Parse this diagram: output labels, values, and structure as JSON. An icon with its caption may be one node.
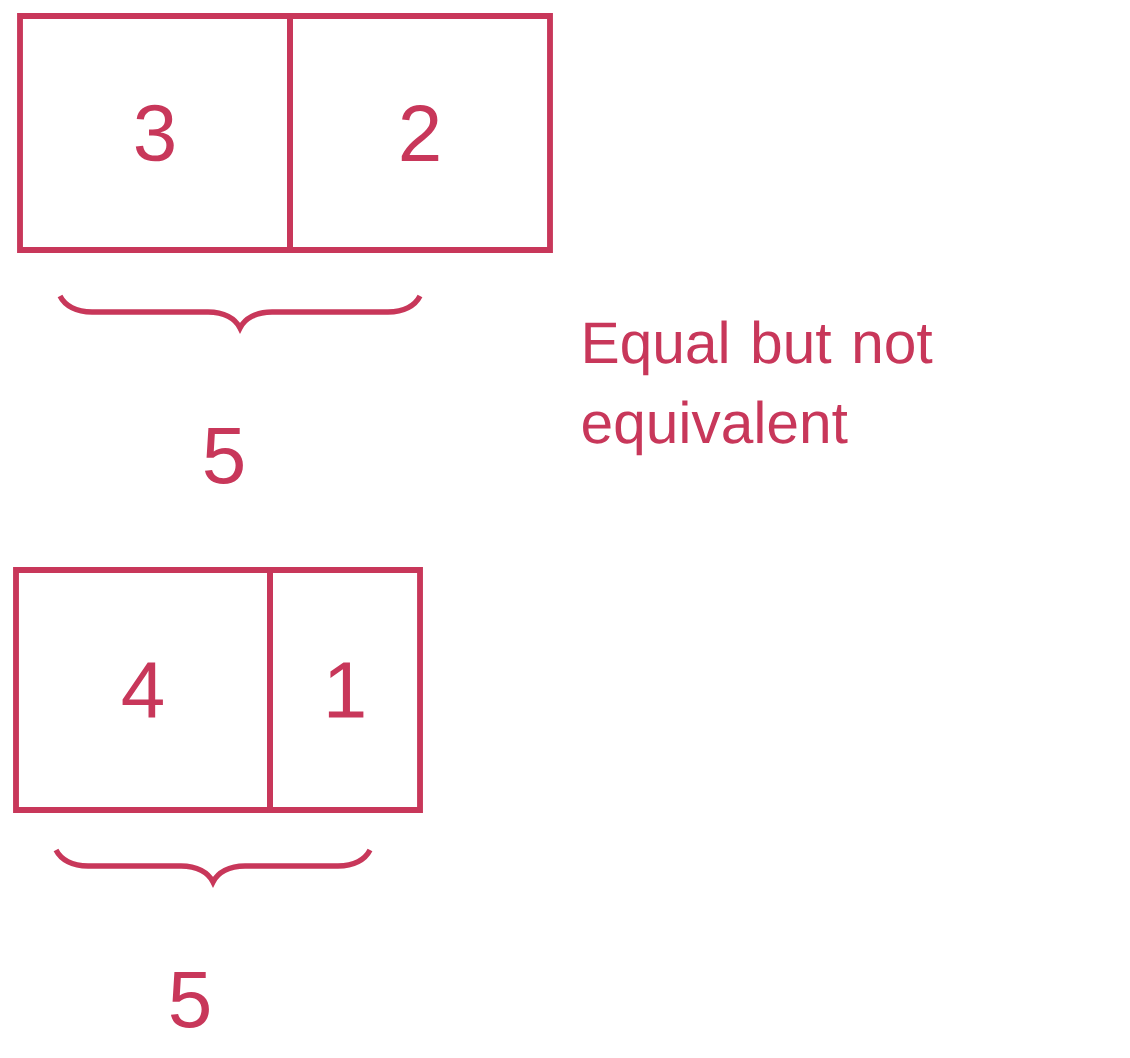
{
  "diagram": {
    "nodes": [
      {
        "text": [
          "3"
        ]
      },
      {
        "text": [
          "2"
        ]
      },
      {
        "text": [
          "4"
        ]
      },
      {
        "text": [
          "1"
        ]
      }
    ],
    "labels": [
      "5",
      "Equal but not equivalent",
      "5"
    ]
  }
}
